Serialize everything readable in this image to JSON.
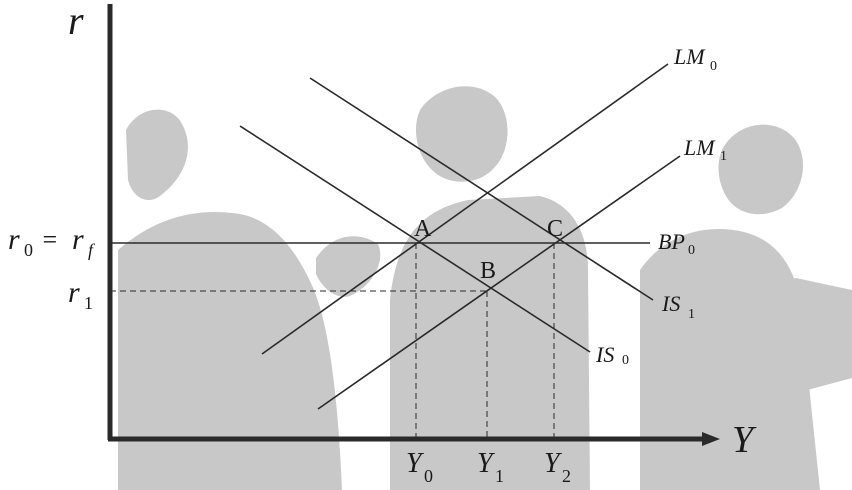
{
  "axes": {
    "y_label": "r",
    "x_label": "Y"
  },
  "rate_labels": {
    "r0_eq": "r",
    "r0_sub": "0",
    "equals": " = ",
    "rf": "r",
    "rf_sub": "f",
    "r1": "r",
    "r1_sub": "1"
  },
  "income_labels": [
    {
      "main": "Y",
      "sub": "0"
    },
    {
      "main": "Y",
      "sub": "1"
    },
    {
      "main": "Y",
      "sub": "2"
    }
  ],
  "curves": {
    "LM0": {
      "main": "LM",
      "sub": "0"
    },
    "LM1": {
      "main": "LM",
      "sub": "1"
    },
    "BP0": {
      "main": "BP",
      "sub": "0"
    },
    "IS1": {
      "main": "IS",
      "sub": "1"
    },
    "IS0": {
      "main": "IS",
      "sub": "0"
    }
  },
  "points": {
    "A": "A",
    "B": "B",
    "C": "C"
  },
  "colors": {
    "ink": "#2a2a2a",
    "watermark": "#c8c8c8"
  }
}
